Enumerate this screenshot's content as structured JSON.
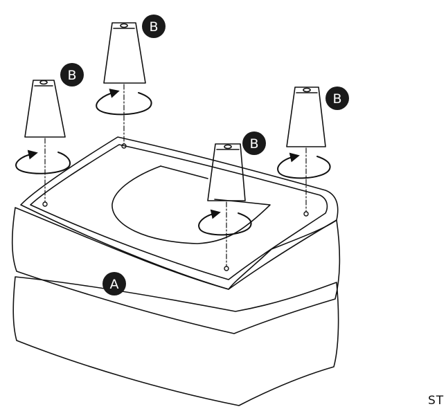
{
  "parts": {
    "base_label": "A",
    "leg_label": "B"
  },
  "step_text": "ST",
  "colors": {
    "line": "#111111",
    "badge": "#1a1a1a",
    "badge_text": "#ffffff",
    "background": "#ffffff"
  }
}
